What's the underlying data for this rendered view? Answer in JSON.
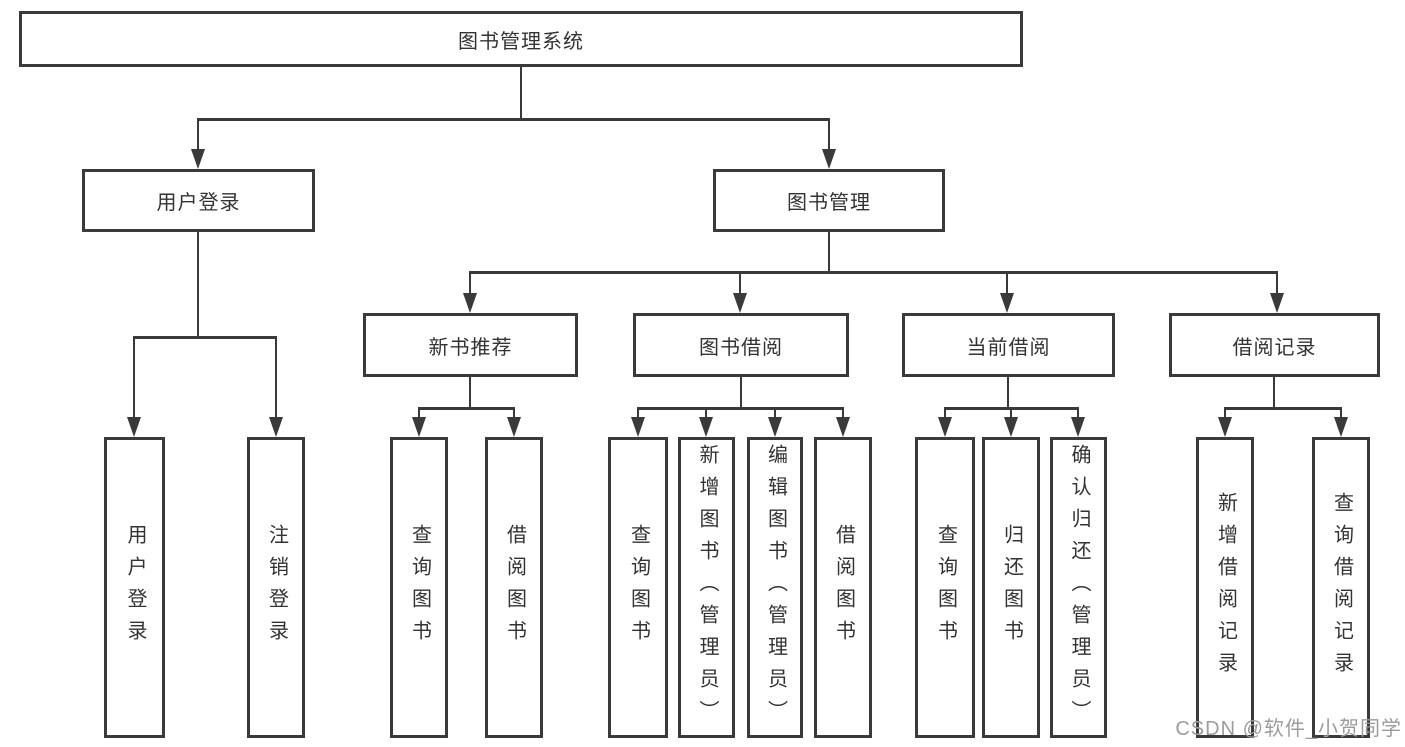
{
  "tree": {
    "root": "图书管理系统",
    "branches": [
      {
        "label": "用户登录",
        "children": [
          "用户登录",
          "注销登录"
        ]
      },
      {
        "label": "图书管理",
        "sections": [
          {
            "label": "新书推荐",
            "children": [
              "查询图书",
              "借阅图书"
            ]
          },
          {
            "label": "图书借阅",
            "children": [
              "查询图书",
              "新增图书（管理员）",
              "编辑图书（管理员）",
              "借阅图书"
            ]
          },
          {
            "label": "当前借阅",
            "children": [
              "查询图书",
              "归还图书",
              "确认归还（管理员）"
            ]
          },
          {
            "label": "借阅记录",
            "children": [
              "新增借阅记录",
              "查询借阅记录"
            ]
          }
        ]
      }
    ]
  },
  "watermark": "CSDN @软件_小贺同学",
  "colors": {
    "line": "#3a3a3a",
    "text": "#333333",
    "background": "#ffffff",
    "watermark": "#9c9c9c"
  }
}
